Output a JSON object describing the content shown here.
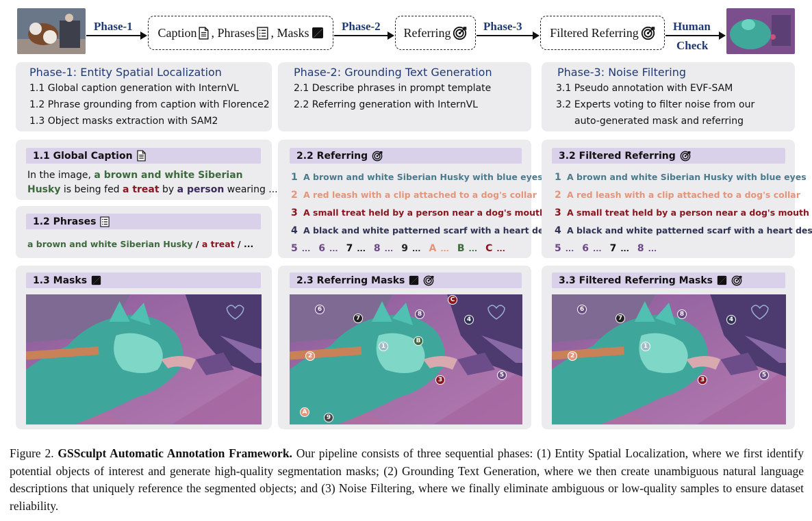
{
  "flow": {
    "phase1_label": "Phase-1",
    "phase2_label": "Phase-2",
    "phase3_label": "Phase-3",
    "human_label_1": "Human",
    "human_label_2": "Check",
    "box1_caption": "Caption",
    "box1_phrases": ", Phrases",
    "box1_masks": ", Masks",
    "box2": "Referring",
    "box3": "Filtered Referring"
  },
  "phases": [
    {
      "title": "Phase-1: Entity Spatial Localization",
      "steps": [
        "1.1 Global caption generation with InternVL",
        "1.2 Phrase grounding from caption with Florence2",
        "1.3 Object masks extraction with SAM2"
      ]
    },
    {
      "title": "Phase-2: Grounding Text Generation",
      "steps": [
        "2.1 Describe phrases in prompt template",
        "2.2 Referring generation with InternVL"
      ]
    },
    {
      "title": "Phase-3: Noise Filtering",
      "steps": [
        "3.1 Pseudo annotation with EVF-SAM",
        "3.2 Experts voting to filter noise from our",
        "auto-generated mask and referring"
      ]
    }
  ],
  "caption_panel": {
    "header": "1.1 Global Caption",
    "t1": "In the image, ",
    "h1": "a brown and white Siberian",
    "h1b": "Husky",
    "t2": " is being fed ",
    "h2": "a treat",
    "t3": " by ",
    "h3": "a person",
    "t4": " wearing ..."
  },
  "phrases_panel": {
    "header": "1.2 Phrases",
    "p1": "a brown and white Siberian Husky",
    "sep1": " / ",
    "p2": "a treat",
    "sep2": " / ..."
  },
  "referring_panel": {
    "header": "2.2 Referring",
    "items": [
      {
        "n": "1",
        "text": "A brown and white Siberian Husky with blue eyes"
      },
      {
        "n": "2",
        "text": "A red leash with a clip attached to a dog's collar"
      },
      {
        "n": "3",
        "text": "A small treat held by a person near a dog's mouth"
      },
      {
        "n": "4",
        "text": "A black and white patterned scarf with a heart design"
      }
    ],
    "more": [
      "5",
      "6",
      "7",
      "8",
      "9",
      "A",
      "B",
      "C"
    ],
    "ellipsis": "..."
  },
  "filtered_panel": {
    "header": "3.2 Filtered Referring",
    "items": [
      {
        "n": "1",
        "text": "A brown and white Siberian Husky with blue eyes"
      },
      {
        "n": "2",
        "text": "A red leash with a clip attached to a dog's collar"
      },
      {
        "n": "3",
        "text": "A small treat held by a person near a dog's mouth"
      },
      {
        "n": "4",
        "text": "A black and white patterned scarf with a heart design"
      }
    ],
    "more": [
      "5",
      "6",
      "7",
      "8"
    ],
    "ellipsis": "..."
  },
  "masks_headers": {
    "m1": "1.3 Masks",
    "m2": "2.3 Referring Masks",
    "m3": "3.3 Filtered Referring Masks"
  },
  "markers_mid": [
    "6",
    "7",
    "8",
    "C",
    "4",
    "1",
    "B",
    "2",
    "3",
    "5",
    "A",
    "9"
  ],
  "markers_right": [
    "6",
    "7",
    "8",
    "4",
    "1",
    "2",
    "3",
    "5"
  ],
  "figure_caption": {
    "label": "Figure 2. ",
    "bold": "GSSculpt Automatic Annotation Framework.",
    "body": " Our pipeline consists of three sequential phases: (1) Entity Spatial Localization, where we first identify potential objects of interest and generate high-quality segmentation masks; (2) Grounding Text Generation, where we then create unambiguous natural language descriptions that uniquely reference the segmented objects; and (3) Noise Filtering, where we finally eliminate ambiguous or low-quality samples to ensure dataset reliability."
  },
  "colors": {
    "phase_blue": "#1f3a73",
    "c1": "#4a7a8c",
    "c2": "#e3957a",
    "c3": "#8a1620",
    "c4": "#2e3354",
    "c_green": "#3c6a3c",
    "c_purple": "#6b4a85"
  }
}
